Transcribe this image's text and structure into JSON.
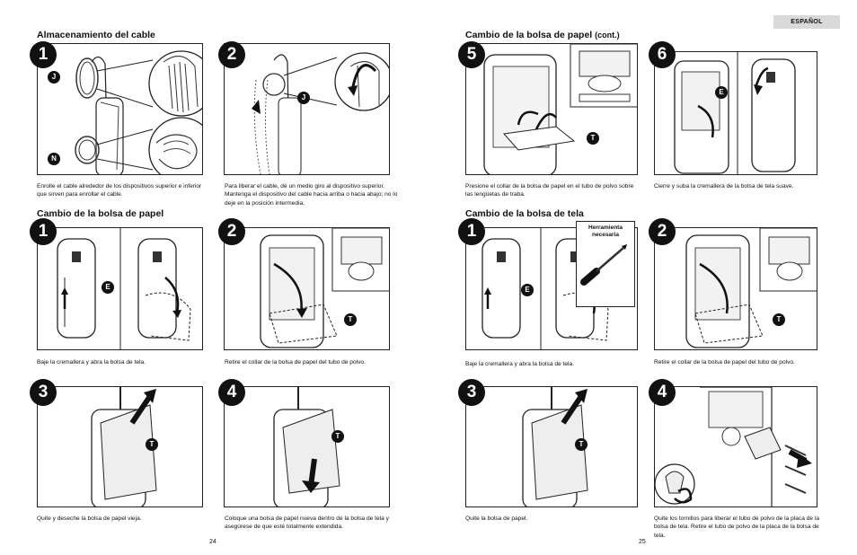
{
  "header": {
    "language_tab": "ESPAÑOL"
  },
  "left_page": {
    "cable_storage": {
      "title": "Almacenamiento del cable",
      "steps": [
        {
          "number": "1",
          "callouts": [
            "J",
            "N"
          ],
          "caption": "Enrolle el cable alrededor de los dispositivos superior e inferior que sirven para enrollar el cable."
        },
        {
          "number": "2",
          "callouts": [
            "J"
          ],
          "caption": "Para liberar el cable, dé un medio giro al dispositivo superior. Mantenga el dispositivo del cable hacia arriba o hacia abajo; no lo deje en la posición intermedia."
        }
      ]
    },
    "paper_bag": {
      "title": "Cambio de la bolsa de papel",
      "steps": [
        {
          "number": "1",
          "callouts": [
            "E"
          ],
          "caption": "Baje la cremallera y abra la bolsa de tela."
        },
        {
          "number": "2",
          "callouts": [
            "T"
          ],
          "caption": "Retire el collar de la bolsa de papel del tubo de polvo."
        },
        {
          "number": "3",
          "callouts": [
            "T"
          ],
          "caption": "Quite y deseche la bolsa de papel vieja."
        },
        {
          "number": "4",
          "callouts": [
            "T"
          ],
          "caption": "Coloque una bolsa de papel nueva dentro de la bolsa de tela y asegúrese de que esté totalmente extendida."
        }
      ]
    },
    "page_number": "24"
  },
  "right_page": {
    "paper_bag_cont": {
      "title": "Cambio de la bolsa de papel",
      "title_suffix": "(cont.)",
      "steps": [
        {
          "number": "5",
          "callouts": [
            "T"
          ],
          "caption": "Presione el collar de la bolsa de papel en el tubo de polvo sobre las lengüetas de traba."
        },
        {
          "number": "6",
          "callouts": [
            "E"
          ],
          "caption": "Cierre y suba la cremallera de la bolsa de tela suave."
        }
      ]
    },
    "cloth_bag": {
      "title": "Cambio de la bolsa de tela",
      "tool_required": "Herramienta necesaria",
      "steps": [
        {
          "number": "1",
          "callouts": [
            "E"
          ],
          "caption": "Baje la cremallera y abra la bolsa de tela."
        },
        {
          "number": "2",
          "callouts": [
            "T"
          ],
          "caption": "Retire el collar de la bolsa de papel del tubo de polvo."
        },
        {
          "number": "3",
          "callouts": [
            "T"
          ],
          "caption": "Quite la bolsa de papel."
        },
        {
          "number": "4",
          "callouts": [],
          "caption": "Quite los tornillos para liberar el tubo de polvo de la placa de la bolsa de tela. Retire el tubo de polvo de la placa de la bolsa de tela."
        }
      ]
    },
    "page_number": "25"
  },
  "colors": {
    "ink": "#111111",
    "tab_gray": "#d9d9d9"
  }
}
